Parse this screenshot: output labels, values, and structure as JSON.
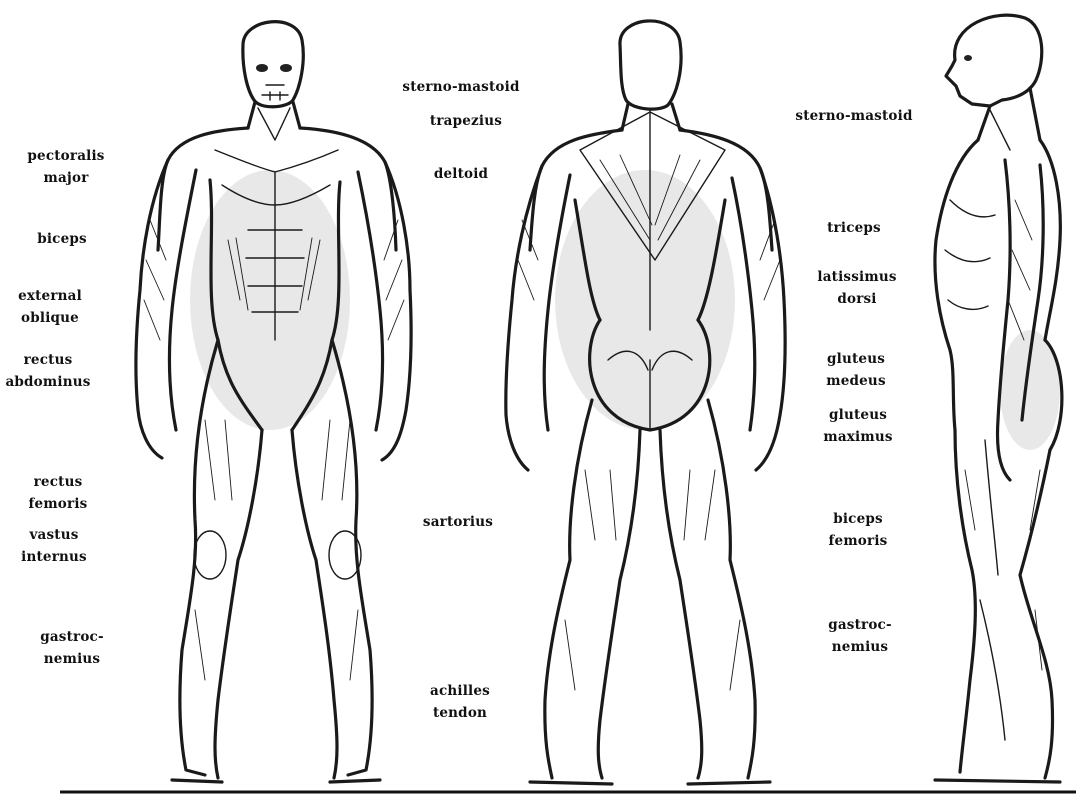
{
  "labels": {
    "pectoralis_major": "pectoralis\nmajor",
    "biceps_front": "biceps",
    "external_oblique": "external\noblique",
    "rectus_abdominus": "rectus\nabdominus",
    "rectus_femoris": "rectus\nfemoris",
    "vastus_internus": "vastus\ninternus",
    "gastrocnemius_front": "gastroc-\nnemius",
    "sterno_mastoid_center": "sterno-mastoid",
    "trapezius": "trapezius",
    "deltoid": "deltoid",
    "sartorius": "sartorius",
    "achilles_tendon": "achilles\ntendon",
    "sterno_mastoid_right": "sterno-mastoid",
    "triceps": "triceps",
    "latissimus_dorsi": "latissimus\ndorsi",
    "gluteus_medeus": "gluteus\nmedeus",
    "gluteus_maximus": "gluteus\nmaximus",
    "biceps_femoris": "biceps\nfemoris",
    "gastrocnemius_side": "gastroc-\nnemius"
  },
  "colors": {
    "ink": "#1a1a1a",
    "paper": "#ffffff"
  }
}
